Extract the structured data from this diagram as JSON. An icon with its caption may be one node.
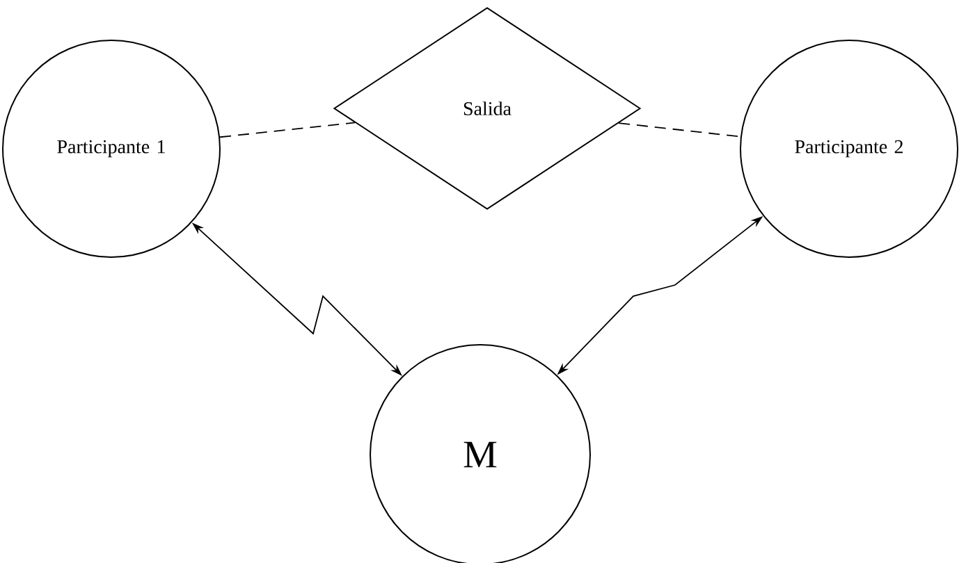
{
  "diagram": {
    "nodes": [
      {
        "text": [
          "Participante 1"
        ]
      },
      {
        "text": [
          "Salida"
        ]
      },
      {
        "text": [
          "Participante 2"
        ]
      },
      {
        "text": [
          "M"
        ]
      }
    ],
    "edges": [
      {
        "from": 0,
        "to": 1,
        "arrow": "none",
        "style": "dashed"
      },
      {
        "from": 1,
        "to": 2,
        "arrow": "none",
        "style": "dashed"
      },
      {
        "from": 0,
        "to": 3,
        "arrow": "both"
      },
      {
        "from": 2,
        "to": 3,
        "arrow": "both"
      }
    ]
  }
}
